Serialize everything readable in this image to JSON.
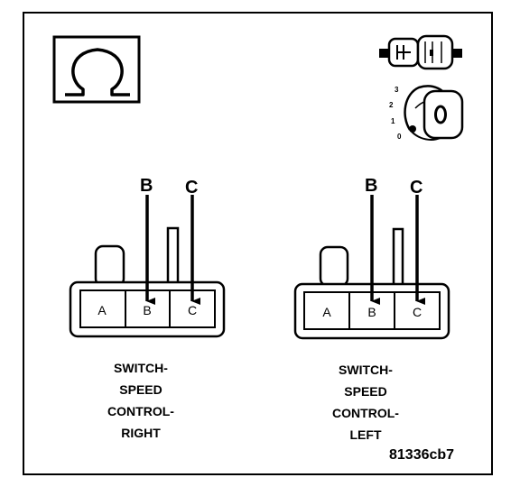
{
  "symbol": {
    "name": "omega-symbol",
    "glyph": "Ω"
  },
  "ignition": {
    "positions": [
      "3",
      "2",
      "1",
      "0"
    ]
  },
  "connectors": [
    {
      "id": "right",
      "pins": [
        "A",
        "B",
        "C"
      ],
      "pointers": [
        "B",
        "C"
      ],
      "caption": [
        "SWITCH-",
        "SPEED",
        "CONTROL-",
        "RIGHT"
      ]
    },
    {
      "id": "left",
      "pins": [
        "A",
        "B",
        "C"
      ],
      "pointers": [
        "B",
        "C"
      ],
      "caption": [
        "SWITCH-",
        "SPEED",
        "CONTROL-",
        "LEFT"
      ]
    }
  ],
  "reference": "81336cb7"
}
